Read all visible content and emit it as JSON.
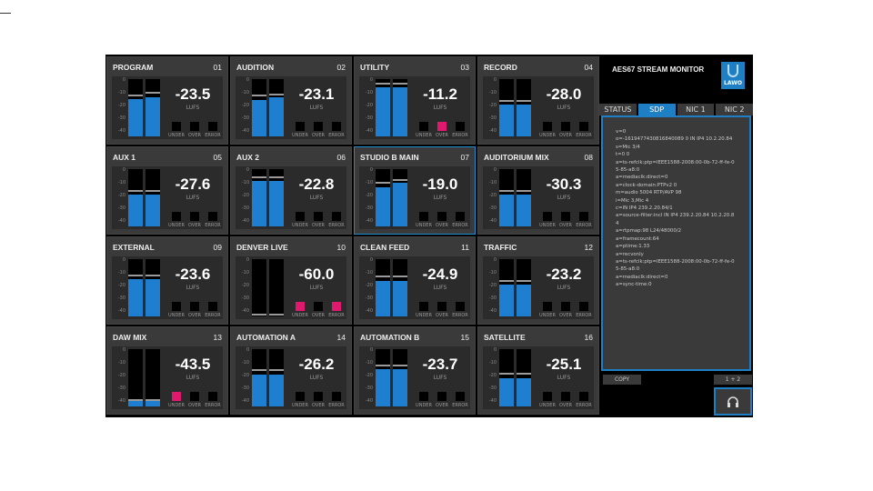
{
  "app": {
    "title": "AES67 STREAM MONITOR",
    "logo_text": "LAWO",
    "accent": "#1e7fc4",
    "alert": "#e0196e"
  },
  "scale_labels": [
    "0",
    "-10",
    "-20",
    "-30",
    "-40"
  ],
  "unit": "LUFS",
  "indicator_labels": [
    "UNDER",
    "OVER",
    "ERROR"
  ],
  "tiles": [
    {
      "name": "PROGRAM",
      "num": "01",
      "value": "-23.5",
      "levels": [
        0.65,
        0.68
      ],
      "peaks": [
        0.7,
        0.74
      ],
      "ind": [
        false,
        false,
        false
      ]
    },
    {
      "name": "AUDITION",
      "num": "02",
      "value": "-23.1",
      "levels": [
        0.64,
        0.68
      ],
      "peaks": [
        0.7,
        0.72
      ],
      "ind": [
        false,
        false,
        false
      ]
    },
    {
      "name": "UTILITY",
      "num": "03",
      "value": "-11.2",
      "levels": [
        0.86,
        0.86
      ],
      "peaks": [
        0.9,
        0.9
      ],
      "ind": [
        false,
        true,
        false
      ]
    },
    {
      "name": "RECORD",
      "num": "04",
      "value": "-28.0",
      "levels": [
        0.55,
        0.55
      ],
      "peaks": [
        0.6,
        0.6
      ],
      "ind": [
        false,
        false,
        false
      ]
    },
    {
      "name": "AUX 1",
      "num": "05",
      "value": "-27.6",
      "levels": [
        0.55,
        0.55
      ],
      "peaks": [
        0.6,
        0.6
      ],
      "ind": [
        false,
        false,
        false
      ]
    },
    {
      "name": "AUX 2",
      "num": "06",
      "value": "-22.8",
      "levels": [
        0.8,
        0.8
      ],
      "peaks": [
        0.84,
        0.84
      ],
      "ind": [
        false,
        false,
        false
      ]
    },
    {
      "name": "STUDIO B MAIN",
      "num": "07",
      "value": "-19.0",
      "levels": [
        0.68,
        0.76
      ],
      "peaks": [
        0.74,
        0.8
      ],
      "ind": [
        false,
        false,
        false
      ],
      "selected": true
    },
    {
      "name": "AUDITORIUM MIX",
      "num": "08",
      "value": "-30.3",
      "levels": [
        0.55,
        0.55
      ],
      "peaks": [
        0.6,
        0.6
      ],
      "ind": [
        false,
        false,
        false
      ]
    },
    {
      "name": "EXTERNAL",
      "num": "09",
      "value": "-23.6",
      "levels": [
        0.65,
        0.65
      ],
      "peaks": [
        0.7,
        0.7
      ],
      "ind": [
        false,
        false,
        false
      ]
    },
    {
      "name": "DENVER LIVE",
      "num": "10",
      "value": "-60.0",
      "levels": [
        0,
        0
      ],
      "peaks": [
        0.02,
        0.02
      ],
      "ind": [
        true,
        false,
        true
      ]
    },
    {
      "name": "CLEAN FEED",
      "num": "11",
      "value": "-24.9",
      "levels": [
        0.62,
        0.62
      ],
      "peaks": [
        0.68,
        0.68
      ],
      "ind": [
        false,
        false,
        false
      ]
    },
    {
      "name": "TRAFFIC",
      "num": "12",
      "value": "-23.2",
      "levels": [
        0.55,
        0.55
      ],
      "peaks": [
        0.6,
        0.6
      ],
      "ind": [
        false,
        false,
        false
      ]
    },
    {
      "name": "DAW MIX",
      "num": "13",
      "value": "-43.5",
      "levels": [
        0.1,
        0.1
      ],
      "peaks": [
        0.1,
        0.1
      ],
      "ind": [
        true,
        false,
        false
      ]
    },
    {
      "name": "AUTOMATION A",
      "num": "14",
      "value": "-26.2",
      "levels": [
        0.56,
        0.56
      ],
      "peaks": [
        0.62,
        0.62
      ],
      "ind": [
        false,
        false,
        false
      ]
    },
    {
      "name": "AUTOMATION B",
      "num": "15",
      "value": "-23.7",
      "levels": [
        0.65,
        0.65
      ],
      "peaks": [
        0.7,
        0.7
      ],
      "ind": [
        false,
        false,
        false
      ]
    },
    {
      "name": "SATELLITE",
      "num": "16",
      "value": "-25.1",
      "levels": [
        0.5,
        0.5
      ],
      "peaks": [
        0.56,
        0.56
      ],
      "ind": [
        false,
        false,
        false
      ]
    }
  ],
  "side": {
    "tabs": [
      {
        "label": "STATUS"
      },
      {
        "label": "SDP",
        "active": true
      },
      {
        "label": "NIC 1"
      },
      {
        "label": "NIC 2"
      }
    ],
    "sdp": "v=0\no=-1619477430816840089 0 IN IP4 10.2.20.84\ns=Mic 3/4\nt=0 0\na=ts-refclk:ptp=IEEE1588-2008:00-0b-72-ff-fe-05-85-a8:0\na=mediaclk:direct=0\na=clock-domain:PTPv2 0\nm=audio 5004 RTP/AVP 98\ni=Mic 3,Mic 4\nc=IN IP4 239.2.20.84/1\na=source-filter:incl IN IP4 239.2.20.84 10.2.20.84\na=rtpmap:98 L24/48000/2\na=framecount:64\na=ptime:1.33\na=recvonly\na=ts-refclk:ptp=IEEE1588-2008:00-0b-72-ff-fe-05-85-a8:0\na=mediaclk:direct=0\na=sync-time:0",
    "copy_label": "COPY",
    "channel_label": "1 + 2",
    "headphone_icon": "headphones-icon"
  }
}
